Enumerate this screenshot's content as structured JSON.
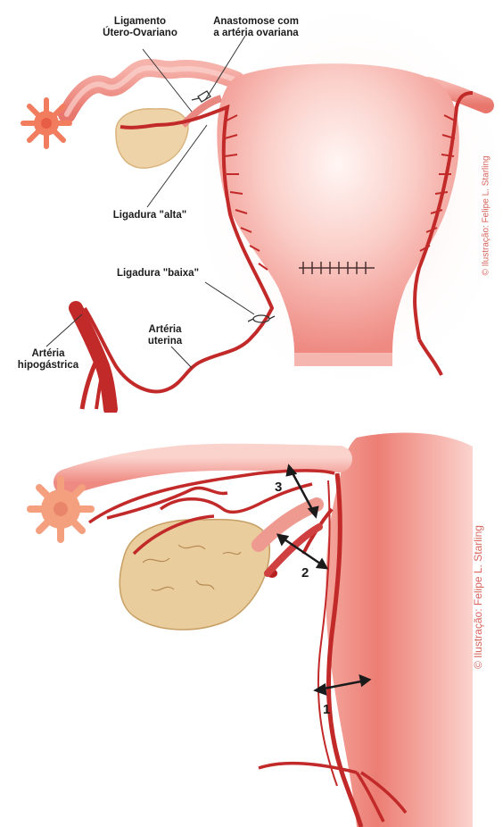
{
  "top_figure": {
    "labels": {
      "ligamento": "Ligamento\nÚtero-Ovariano",
      "anastomose": "Anastomose com\na artéria ovariana",
      "ligadura_alta": "Ligadura \"alta\"",
      "ligadura_baixa": "Ligadura \"baixa\"",
      "arteria_hipogastrica": "Artéria\nhipogástrica",
      "arteria_uterina": "Artéria\nuterina"
    },
    "credit": "© Ilustração: Felipe L. Starling"
  },
  "bottom_figure": {
    "numbers": {
      "n1": "1",
      "n2": "2",
      "n3": "3"
    },
    "credit": "© Ilustração: Felipe L. Starling"
  },
  "colors": {
    "artery": "#c22a2a",
    "tissue": "#f09a93",
    "tissue_light": "#fde2de",
    "ovary": "#eed3a8"
  }
}
